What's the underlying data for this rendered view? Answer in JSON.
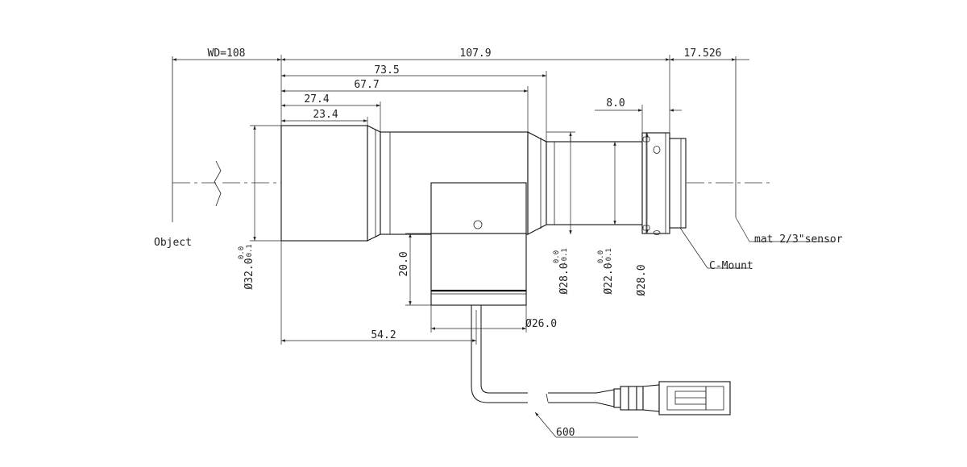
{
  "labels": {
    "wd": "WD=108",
    "len_total": "107.9",
    "len_back": "17.526",
    "len_735": "73.5",
    "len_677": "67.7",
    "len_274": "27.4",
    "len_234": "23.4",
    "len_80": "8.0",
    "len_542": "54.2",
    "dia_26": "Ø26.0",
    "dia_32": "Ø32.0",
    "dia_28a": "Ø28.0",
    "dia_22": "Ø22.0",
    "dia_28b": "Ø28.0",
    "h_20": "20.0",
    "tol_upper": "0.0",
    "tol_lower": "-0.1",
    "object": "Object",
    "sensor": "mat 2/3\"sensor",
    "cmount": "C-Mount",
    "cable": "600"
  }
}
